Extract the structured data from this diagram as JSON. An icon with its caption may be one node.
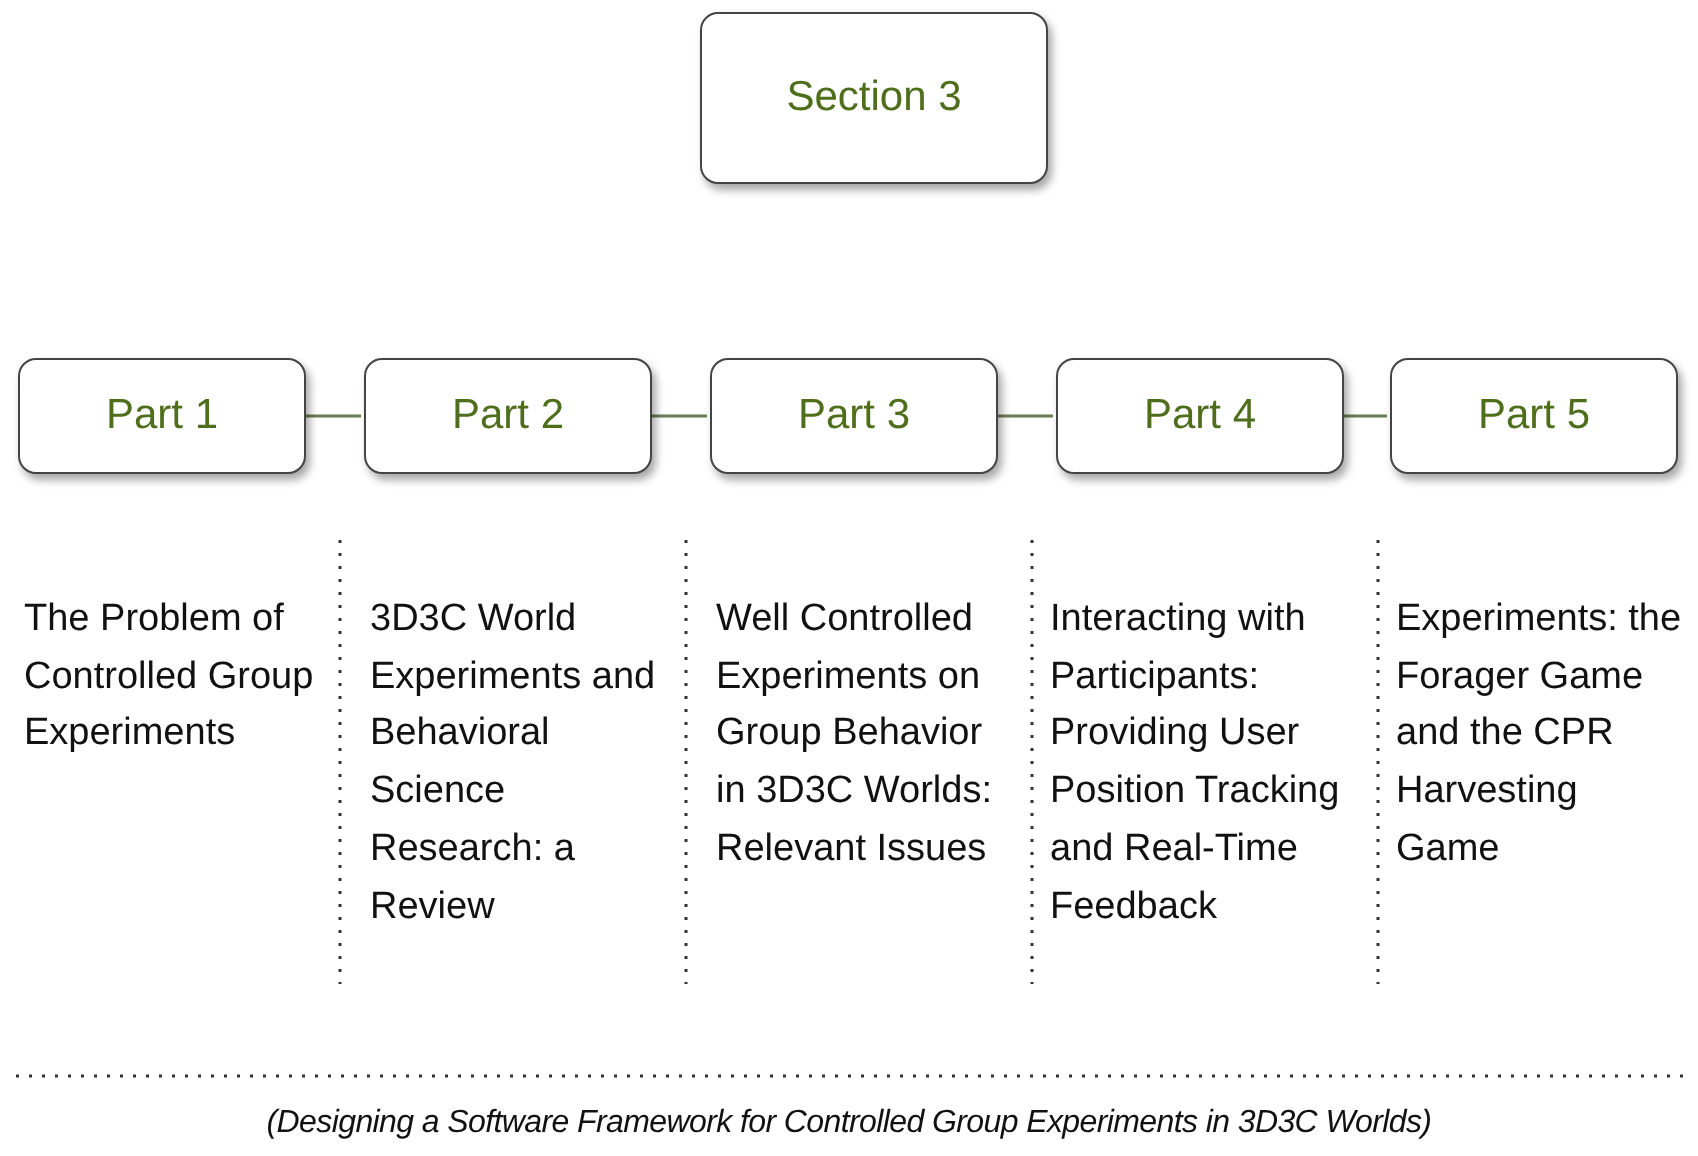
{
  "diagram": {
    "caption": "(Designing a Software Framework for Controlled Group Experiments in 3D3C Worlds)",
    "nodes": [
      {
        "text": [
          "Section 3"
        ]
      },
      {
        "text": [
          "Part 1"
        ]
      },
      {
        "text": [
          "Part 2"
        ]
      },
      {
        "text": [
          "Part 3"
        ]
      },
      {
        "text": [
          "Part 4"
        ]
      },
      {
        "text": [
          "Part 5"
        ]
      }
    ],
    "edges": [
      {
        "from": 1,
        "to": 2,
        "arrow": "none"
      },
      {
        "from": 2,
        "to": 3,
        "arrow": "none"
      },
      {
        "from": 3,
        "to": 4,
        "arrow": "none"
      },
      {
        "from": 4,
        "to": 5,
        "arrow": "none"
      }
    ],
    "labels": [
      "The Problem of Controlled Group Experiments",
      "3D3C World Experiments and Behavioral Science Research: a Review",
      "Well Controlled Experiments on Group Behavior in 3D3C Worlds: Relevant Issues",
      "Interacting with Participants: Providing User Position Tracking and Real-Time Feedback",
      "Experiments: the Forager Game and the CPR Harvesting Game"
    ]
  }
}
